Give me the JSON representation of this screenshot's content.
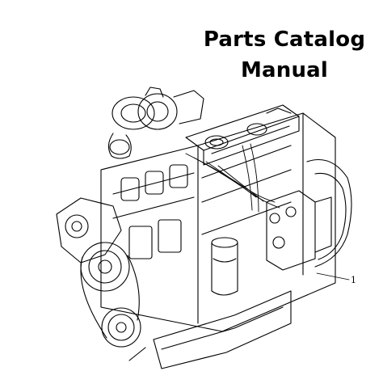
{
  "title": {
    "line1": "Parts Catalog",
    "line2": "Manual"
  },
  "illustration": {
    "subject": "engine-line-drawing",
    "callout_label": "1"
  },
  "colors": {
    "background": "#ffffff",
    "ink": "#000000"
  }
}
